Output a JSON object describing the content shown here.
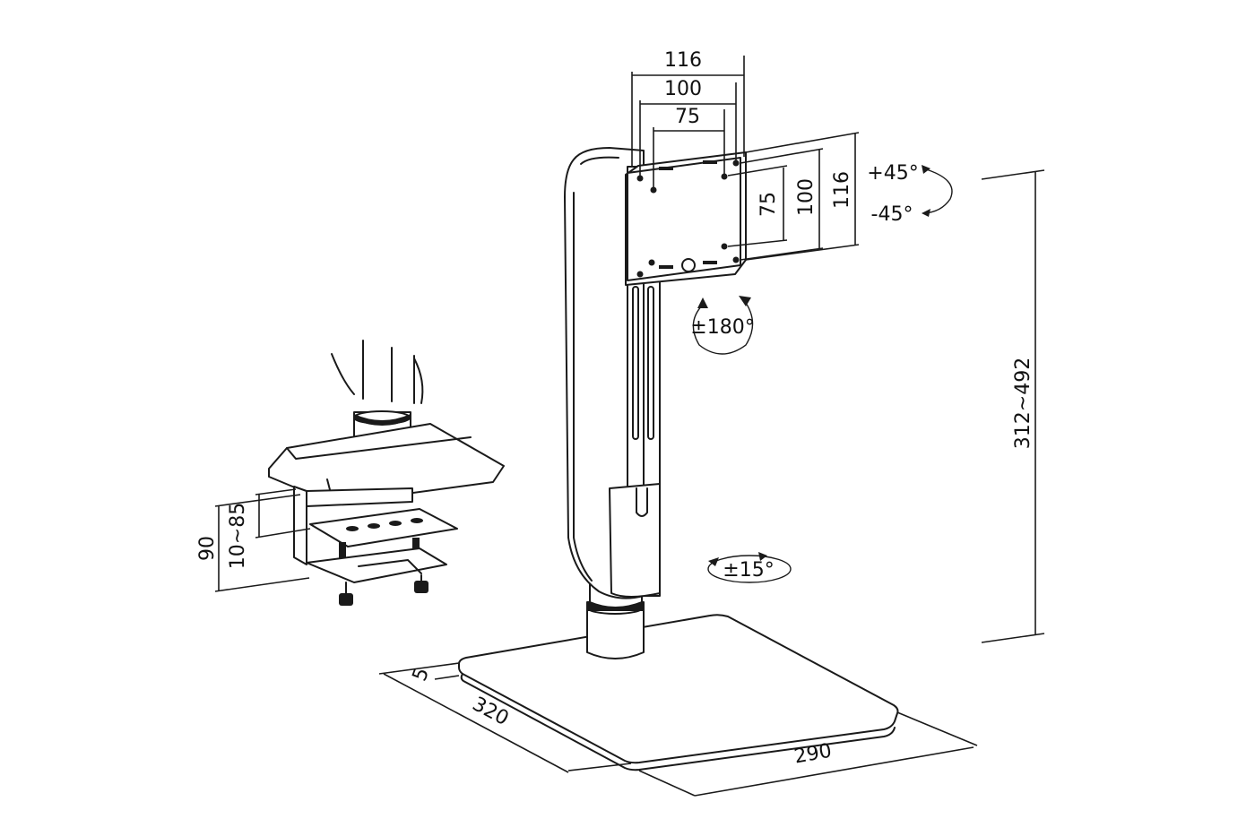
{
  "vesa": {
    "width_outer": "116",
    "width_mid": "100",
    "width_inner": "75",
    "height_inner": "75",
    "height_mid": "100",
    "height_outer": "116"
  },
  "tilt": {
    "up": "+45°",
    "down": "-45°"
  },
  "rotation": "±180°",
  "swivel": "±15°",
  "height_range": "312~492",
  "clamp": {
    "overall": "90",
    "desk_range": "10~85"
  },
  "base": {
    "thickness": "5",
    "depth": "320",
    "width": "290"
  }
}
